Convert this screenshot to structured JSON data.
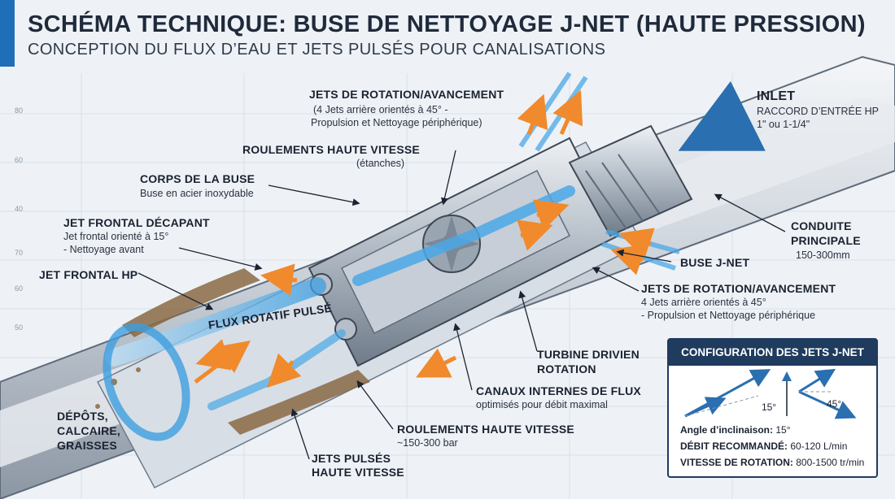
{
  "header": {
    "title": "SCHÉMA TECHNIQUE: BUSE DE NETTOYAGE J-NET (HAUTE PRESSION)",
    "subtitle": "CONCEPTION DU FLUX D’EAU ET JETS PULSÉS POUR CANALISATIONS"
  },
  "axis_ticks": [
    "80",
    "60",
    "40",
    "70",
    "60",
    "50"
  ],
  "labels": {
    "jets_top_title": "JETS DE ROTATION/AVANCEMENT",
    "jets_top_sub1": "(4 Jets arrière orientés à 45° -",
    "jets_top_sub2": "Propulsion et Nettoyage périphérique)",
    "inlet_title": "INLET",
    "inlet_sub1": "RACCORD D’ENTRÉE HP",
    "inlet_sub2": "1\" ou 1-1/4\"",
    "roulements_top_title": "ROULEMENTS HAUTE VITESSE",
    "roulements_top_sub": "(étanches)",
    "corps_title": "CORPS DE LA BUSE",
    "corps_sub": "Buse en acier inoxydable",
    "jet_frontal_decapant_title": "JET FRONTAL DÉCAPANT",
    "jet_frontal_decapant_sub1": "Jet frontal orienté à 15°",
    "jet_frontal_decapant_sub2": "- Nettoyage avant",
    "conduite_title1": "CONDUITE",
    "conduite_title2": "PRINCIPALE",
    "conduite_sub": "150-300mm",
    "jet_frontal_hp": "JET FRONTAL HP",
    "buse_jnet": "BUSE J-NET",
    "jets_right_title": "JETS DE ROTATION/AVANCEMENT",
    "jets_right_sub1": "4 Jets arrière orientés à 45°",
    "jets_right_sub2": "- Propulsion et Nettoyage périphérique",
    "flux_rotatif": "FLUX ROTATIF PULSÉ",
    "turbine_title1": "TURBINE DRIVIEN",
    "turbine_title2": "ROTATION",
    "canaux_title": "CANAUX INTERNES DE FLUX",
    "canaux_sub": "optimisés pour débit maximal",
    "depots1": "DÉPÔTS,",
    "depots2": "CALCAIRE,",
    "depots3": "GRAISSES",
    "roulements_bottom_title": "ROULEMENTS HAUTE VITESSE",
    "roulements_bottom_sub": "~150-300 bar",
    "jets_pulses1": "JETS PULSÉS",
    "jets_pulses2": "HAUTE VITESSE"
  },
  "config": {
    "title": "CONFIGURATION DES JETS J-NET",
    "angle_15": "15°",
    "angle_45": "45°",
    "row1_label": "Angle d’inclinaison:",
    "row1_value": "15°",
    "row2_label": "DÉBIT RECOMMANDÉ:",
    "row2_value": "60-120 L/min",
    "row3_label": "VITESSE DE ROTATION:",
    "row3_value": "800-1500 tr/min"
  },
  "colors": {
    "steel_light": "#dfe4ea",
    "steel_mid": "#a9b3bf",
    "steel_dark": "#5f6b7a",
    "water": "#4aa8e6",
    "water_light": "#bfe3fa",
    "arrow_orange": "#f08a2c",
    "inlet_blue": "#1f7fd6",
    "deposit": "#8a6a44",
    "navy": "#1f3b5e"
  }
}
